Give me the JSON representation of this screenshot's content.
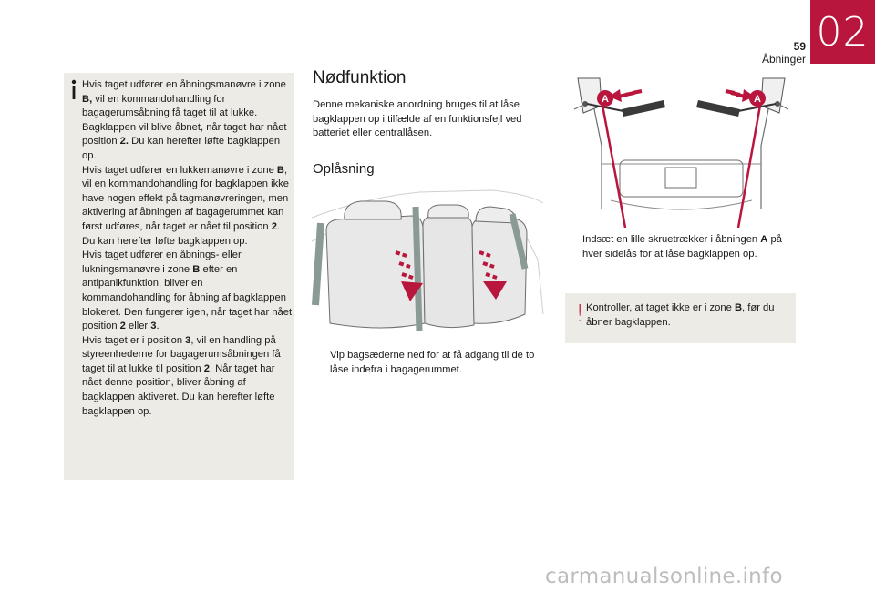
{
  "header": {
    "page_number": "59",
    "chapter_title": "Åbninger",
    "chapter_number": "02"
  },
  "info_box": {
    "icon": "info-icon",
    "text_segments": [
      "Hvis taget udfører en åbningsmanøvre i zone ",
      "B,",
      " vil en kommandohandling for bagagerumsåbning få taget til at lukke. Bagklappen vil blive åbnet, når taget har nået position ",
      "2.",
      " Du kan herefter løfte bagklappen op.",
      "Hvis taget udfører en lukkemanøvre i zone ",
      "B",
      ", vil en kommandohandling for bagklappen ikke have nogen effekt på tagmanøvreringen, men aktivering af åbningen af bagagerummet kan først udføres, når taget er nået til position ",
      "2",
      ". Du kan herefter løfte bagklappen op.",
      "Hvis taget udfører en åbnings- eller lukningsmanøvre i zone ",
      "B",
      " efter en antipanikfunktion, bliver en kommandohandling for åbning af bagklappen blokeret. Den fungerer igen, når taget har nået position ",
      "2",
      " eller ",
      "3",
      ".",
      "Hvis taget er i position ",
      "3",
      ", vil en handling på styreenhederne for bagagerumsåbningen få taget til at lukke til position ",
      "2",
      ". Når taget har nået denne position, bliver åbning af bagklappen aktiveret. Du kan herefter løfte bagklappen op."
    ]
  },
  "main": {
    "title": "Nødfunktion",
    "intro": "Denne mekaniske anordning bruges til at låse bagklappen op i tilfælde af en funktionsfejl ved batteriet eller centrallåsen.",
    "subtitle": "Oplåsning",
    "step1": {
      "bullet": "",
      "text": "Vip bagsæderne ned for at få adgang til de to låse indefra i bagagerummet."
    }
  },
  "right": {
    "step2": {
      "bullet": "",
      "text_segments": [
        "Indsæt en lille skruetrækker i åbningen ",
        "A",
        " på hver sidelås for at låse bagklappen op."
      ]
    },
    "callout_label": "A",
    "warning": {
      "icon": "warning-icon",
      "symbol": "!",
      "text_segments": [
        "Kontroller, at taget ikke er i zone ",
        "B",
        ", før du åbner bagklappen."
      ]
    }
  },
  "colors": {
    "accent": "#b8163c",
    "box_bg": "#ecebe5",
    "text": "#1a1a1a"
  },
  "watermark": "carmanualsonline.info"
}
